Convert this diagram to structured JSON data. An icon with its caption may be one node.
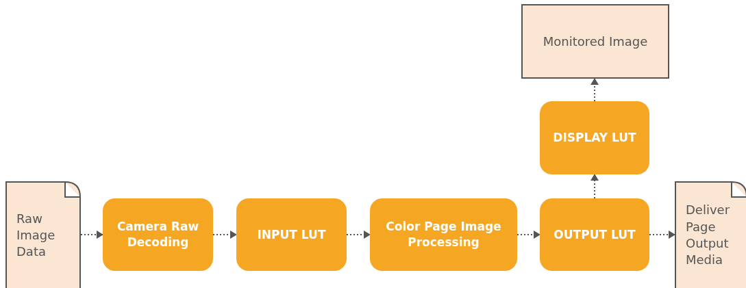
{
  "diagram": {
    "nodes": [
      {
        "text": [
          "Raw Image Data"
        ]
      },
      {
        "text": [
          "Camera Raw Decoding"
        ]
      },
      {
        "text": [
          "INPUT LUT"
        ]
      },
      {
        "text": [
          "Color Page Image Processing"
        ]
      },
      {
        "text": [
          "OUTPUT LUT"
        ]
      },
      {
        "text": [
          "DISPLAY LUT"
        ]
      },
      {
        "text": [
          "Monitored Image"
        ]
      },
      {
        "text": [
          "Deliver Page Output Media"
        ]
      }
    ],
    "edges": [
      {
        "from": 0,
        "to": 1,
        "arrow": "to"
      },
      {
        "from": 1,
        "to": 2,
        "arrow": "to"
      },
      {
        "from": 2,
        "to": 3,
        "arrow": "to"
      },
      {
        "from": 3,
        "to": 4,
        "arrow": "to"
      },
      {
        "from": 4,
        "to": 7,
        "arrow": "to"
      },
      {
        "from": 4,
        "to": 5,
        "arrow": "to"
      },
      {
        "from": 5,
        "to": 6,
        "arrow": "to"
      }
    ]
  }
}
